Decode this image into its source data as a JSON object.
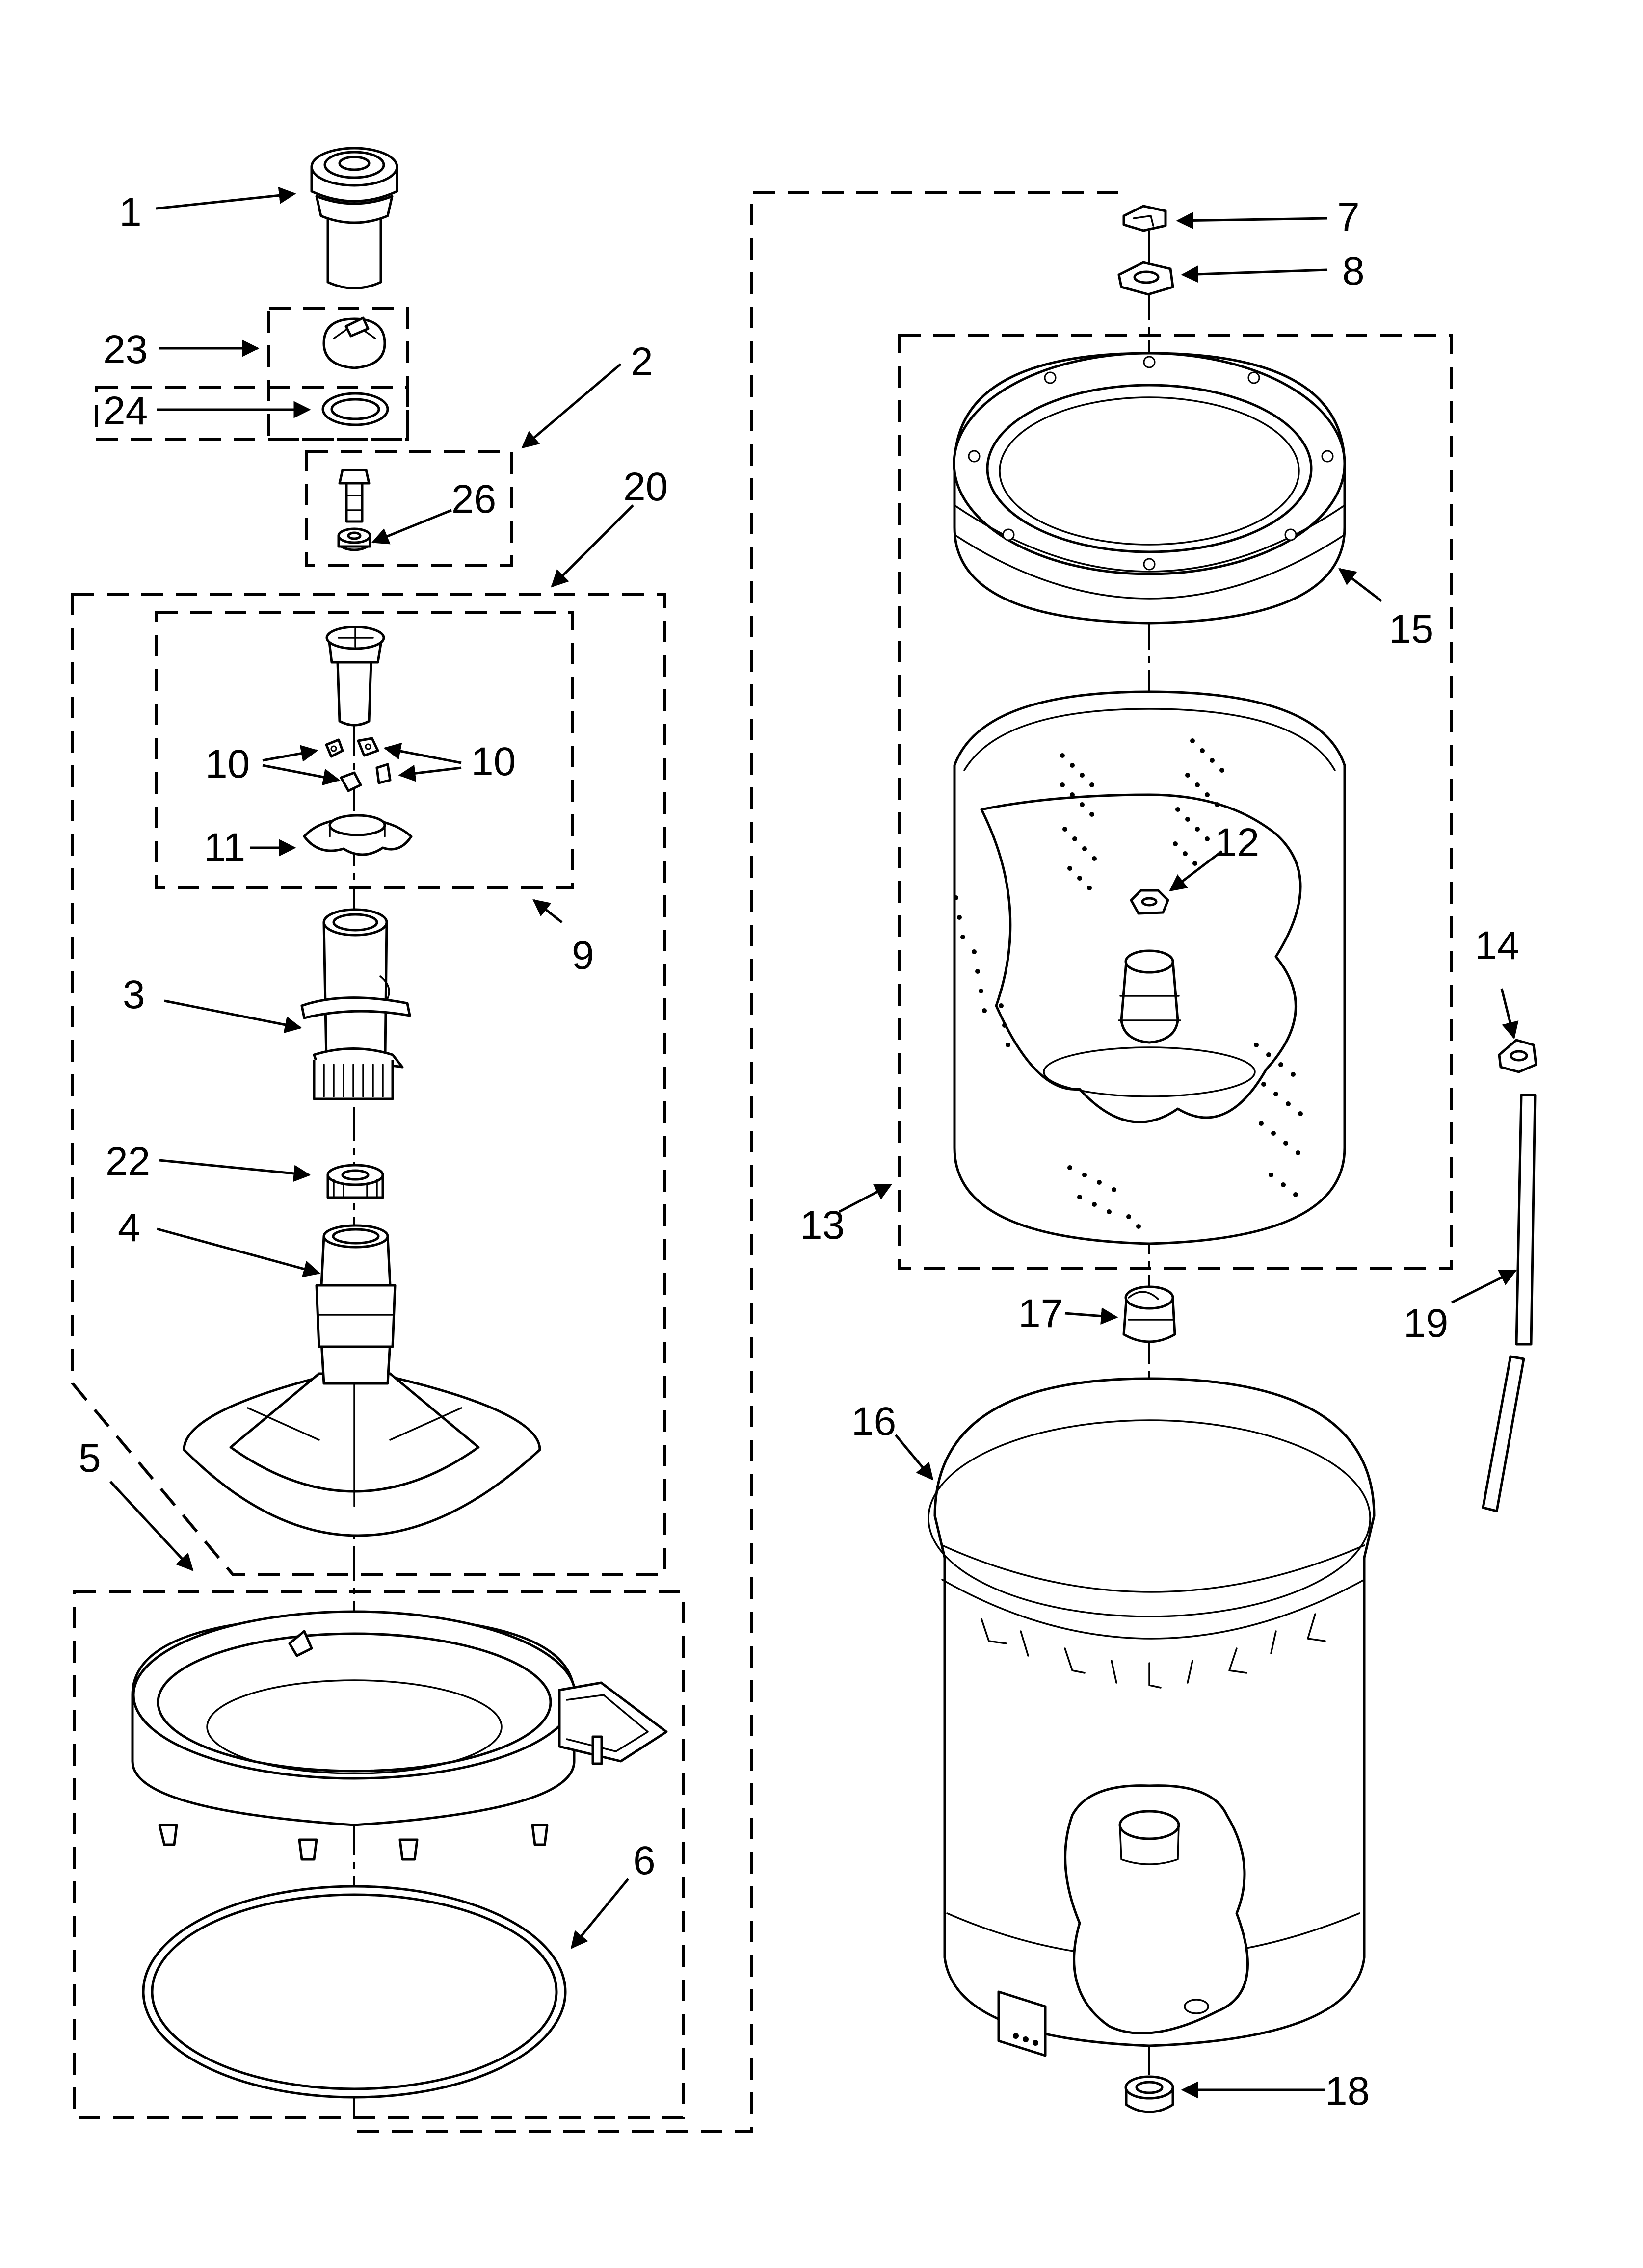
{
  "callouts": {
    "c1": "1",
    "c2": "2",
    "c3": "3",
    "c4": "4",
    "c5": "5",
    "c6": "6",
    "c7": "7",
    "c8": "8",
    "c9": "9",
    "c10a": "10",
    "c10b": "10",
    "c11": "11",
    "c12": "12",
    "c13": "13",
    "c14": "14",
    "c15": "15",
    "c16": "16",
    "c17": "17",
    "c18": "18",
    "c19": "19",
    "c20": "20",
    "c22": "22",
    "c23": "23",
    "c24": "24",
    "c26": "26"
  },
  "colors": {
    "line": "#000000",
    "background": "#ffffff"
  }
}
